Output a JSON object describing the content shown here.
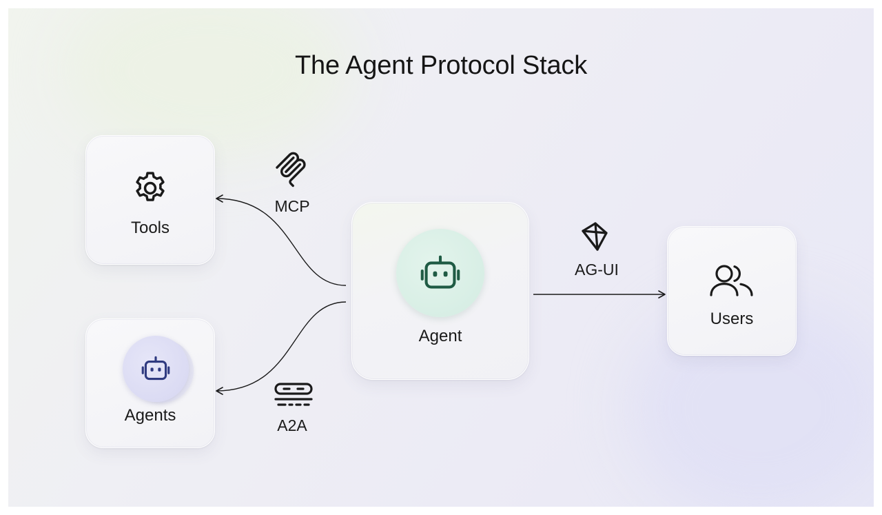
{
  "diagram": {
    "title": "The Agent Protocol Stack",
    "nodes": {
      "tools": {
        "label": "Tools",
        "icon": "gear-icon"
      },
      "agents": {
        "label": "Agents",
        "icon": "robot-icon"
      },
      "agent": {
        "label": "Agent",
        "icon": "robot-icon"
      },
      "users": {
        "label": "Users",
        "icon": "users-icon"
      }
    },
    "protocols": {
      "mcp": {
        "label": "MCP",
        "icon": "mcp-logo-icon"
      },
      "a2a": {
        "label": "A2A",
        "icon": "a2a-logo-icon"
      },
      "agui": {
        "label": "AG-UI",
        "icon": "agui-logo-icon"
      }
    },
    "edges": [
      {
        "from": "agent",
        "to": "tools",
        "via": "MCP"
      },
      {
        "from": "agent",
        "to": "agents",
        "via": "A2A"
      },
      {
        "from": "agent",
        "to": "users",
        "via": "AG-UI"
      }
    ],
    "colors": {
      "agent_circle": "#d8efe6",
      "agent_icon": "#1f5b44",
      "agents_circle": "#dcdcf3",
      "agents_icon": "#2f3a80",
      "line": "#1a1a1a"
    }
  }
}
